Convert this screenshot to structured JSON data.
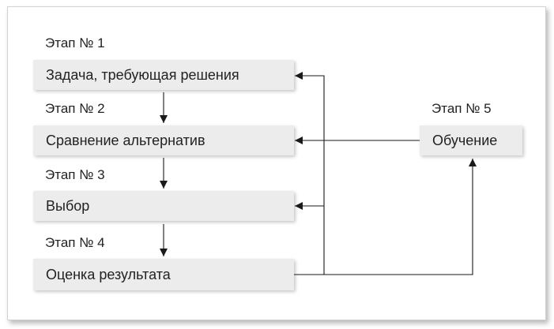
{
  "stages": [
    {
      "label": "Этап № 1",
      "text": "Задача, требующая решения"
    },
    {
      "label": "Этап № 2",
      "text": "Сравнение альтернатив"
    },
    {
      "label": "Этап № 3",
      "text": "Выбор"
    },
    {
      "label": "Этап № 4",
      "text": "Оценка результата"
    },
    {
      "label": "Этап № 5",
      "text": "Обучение"
    }
  ]
}
